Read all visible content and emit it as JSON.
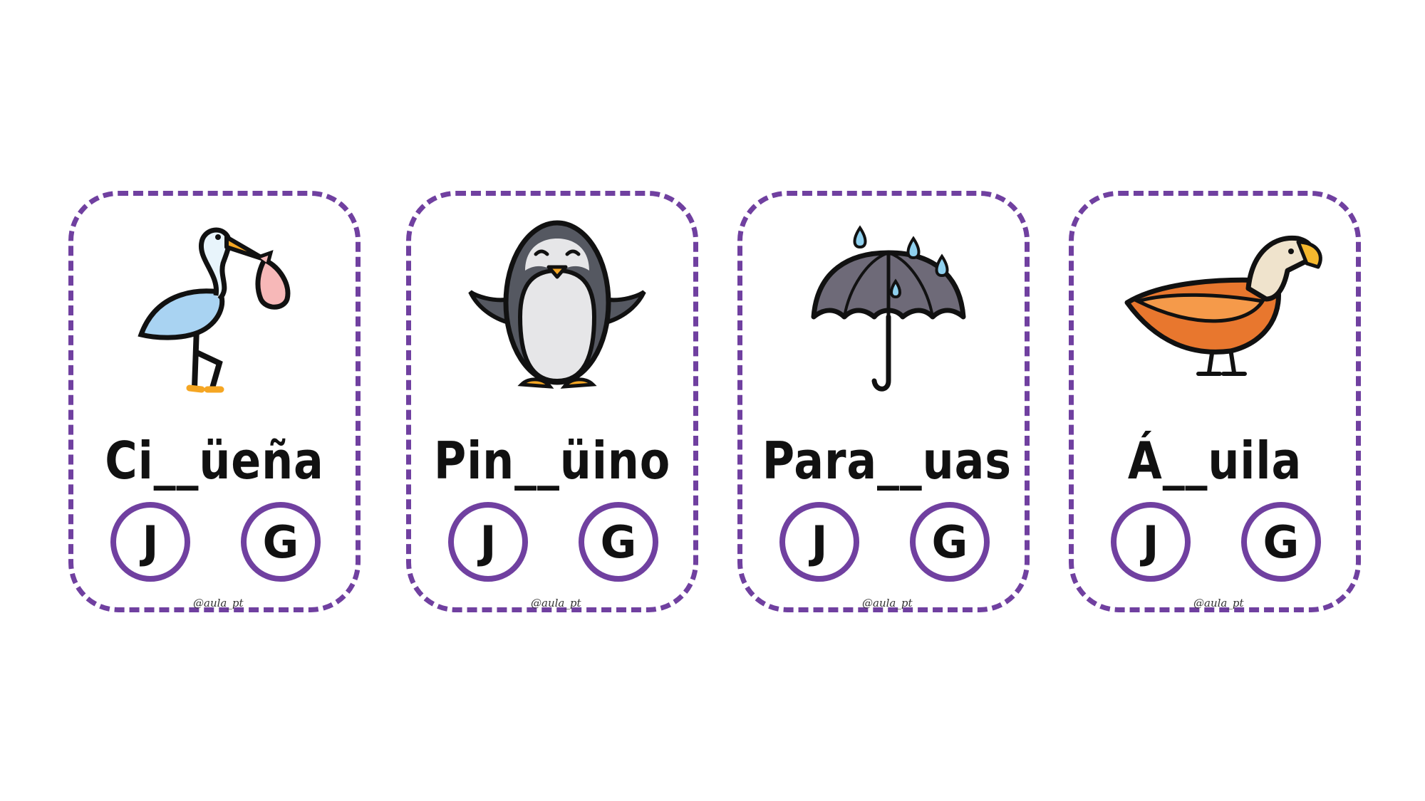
{
  "cards": [
    {
      "word": "Ci__üeña",
      "option_j": "J",
      "option_g": "G",
      "credit": "@aula_pt",
      "picture": "stork-icon"
    },
    {
      "word": "Pin__üino",
      "option_j": "J",
      "option_g": "G",
      "credit": "@aula_pt",
      "picture": "penguin-icon"
    },
    {
      "word": "Para__uas",
      "option_j": "J",
      "option_g": "G",
      "credit": "@aula_pt",
      "picture": "umbrella-icon"
    },
    {
      "word": "Á__uila",
      "option_j": "J",
      "option_g": "G",
      "credit": "@aula_pt",
      "picture": "eagle-icon"
    }
  ],
  "colors": {
    "border": "#7040a0",
    "text": "#111111"
  }
}
